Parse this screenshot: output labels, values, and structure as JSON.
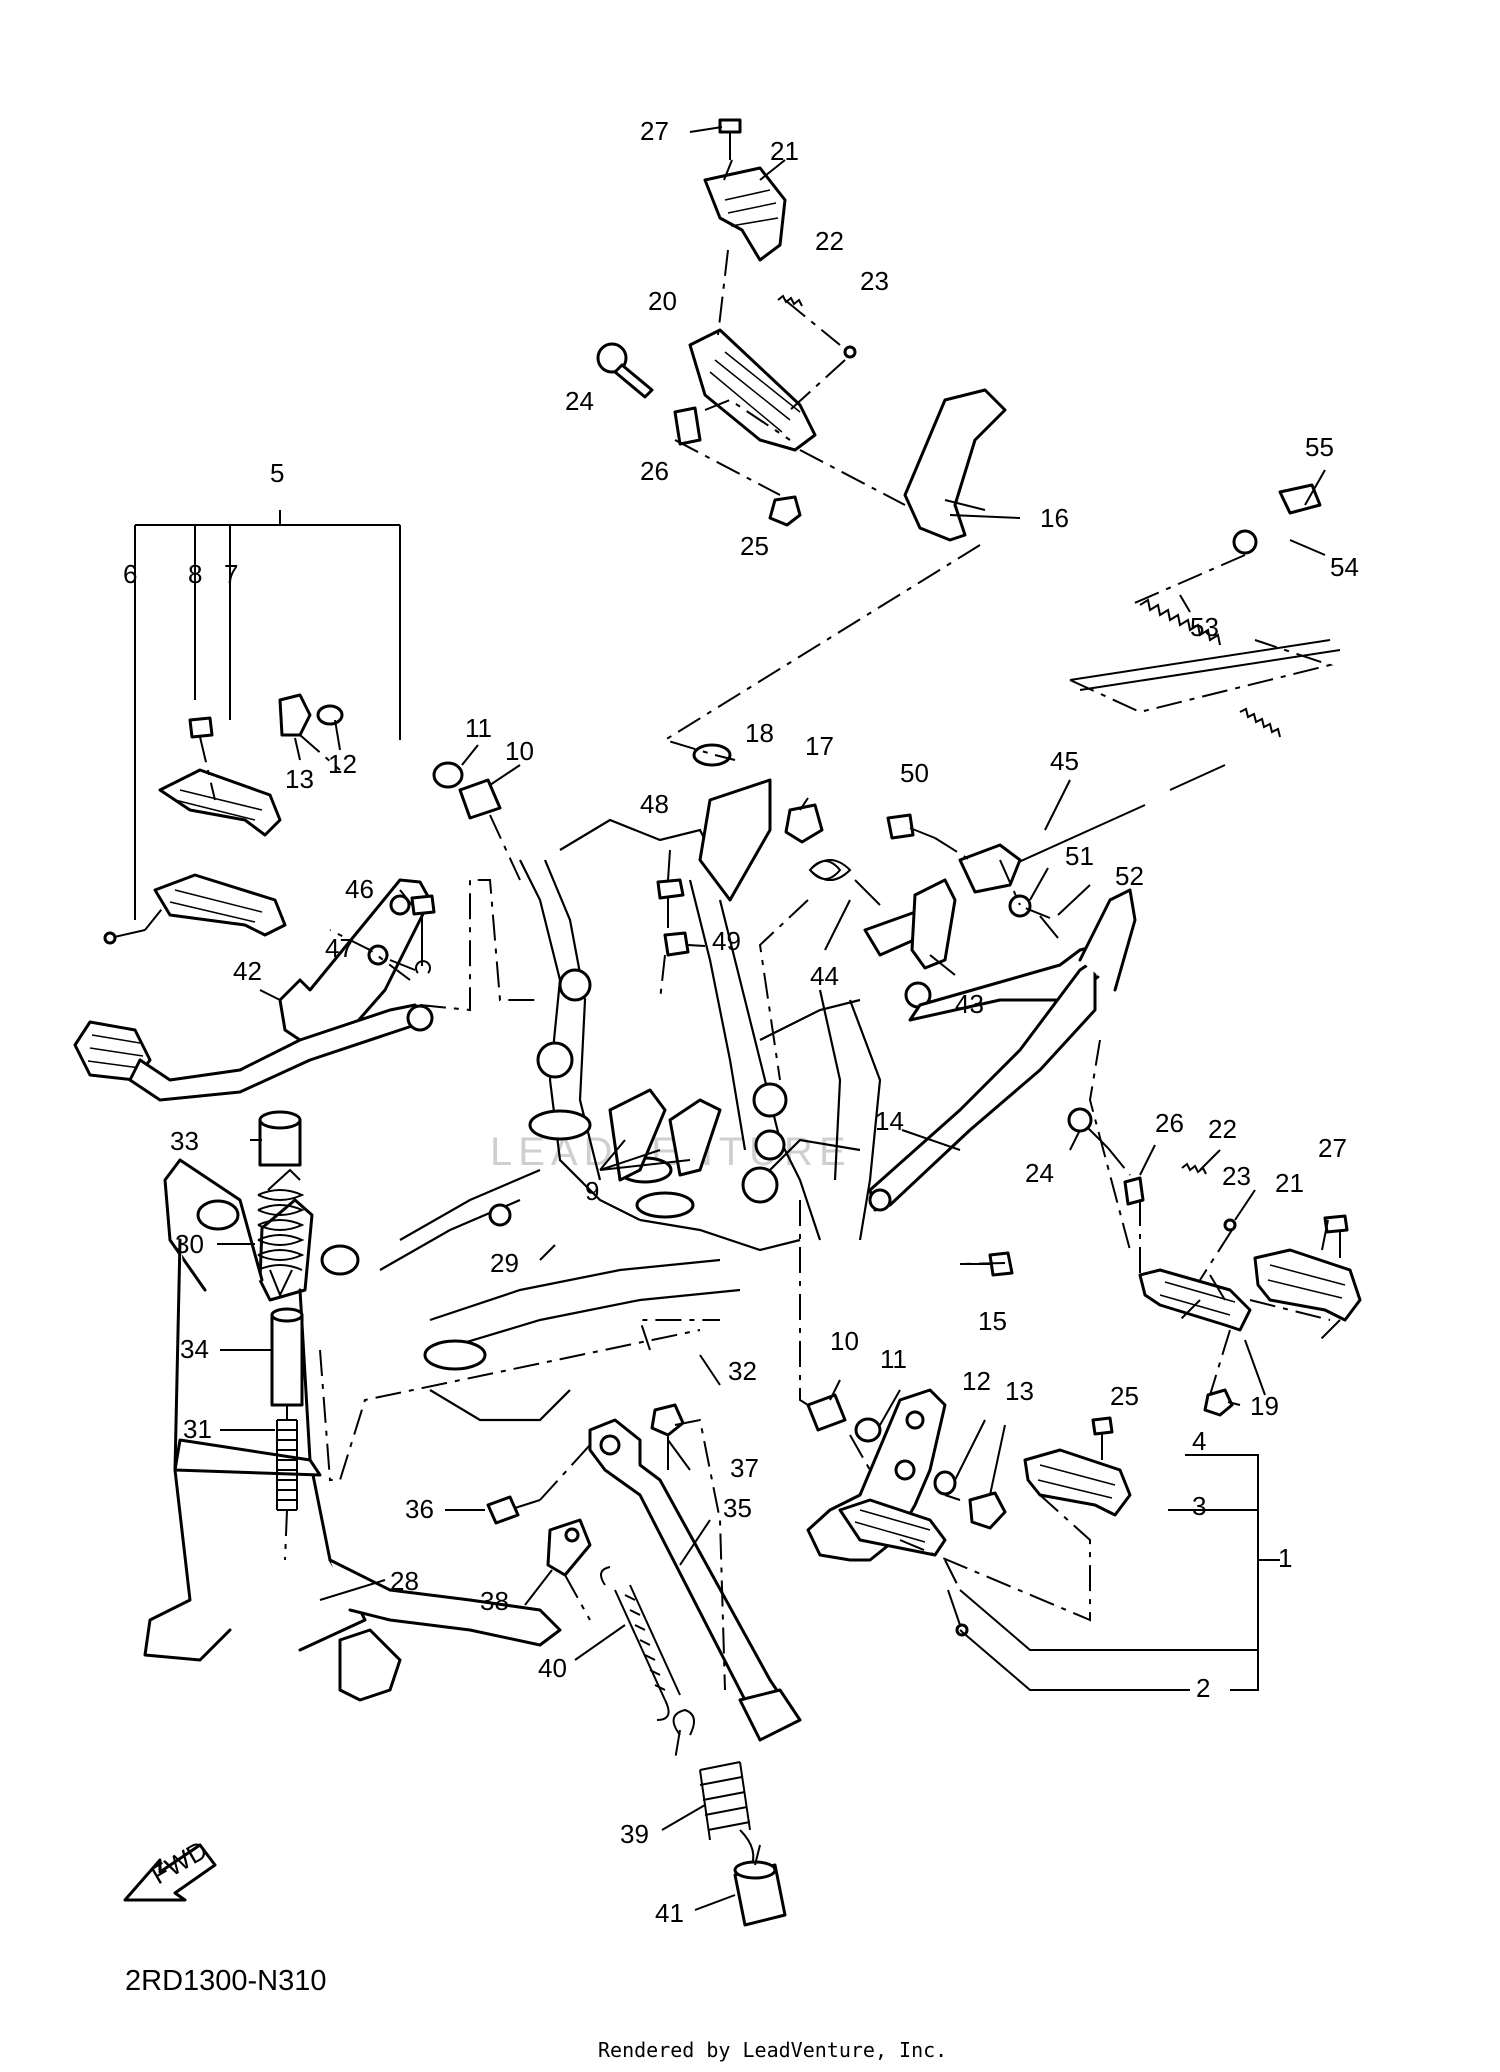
{
  "diagram_code": "2RD1300-N310",
  "credit": "Rendered by LeadVenture, Inc.",
  "watermark": "LEADVENTURE",
  "fwd_label": "FWD",
  "labels": {
    "1": "1",
    "2": "2",
    "3": "3",
    "4": "4",
    "5": "5",
    "6": "6",
    "7": "7",
    "8": "8",
    "9": "9",
    "10a": "10",
    "10b": "10",
    "11a": "11",
    "11b": "11",
    "12a": "12",
    "12b": "12",
    "13a": "13",
    "13b": "13",
    "14": "14",
    "15": "15",
    "16": "16",
    "17": "17",
    "18": "18",
    "19": "19",
    "20": "20",
    "21a": "21",
    "21b": "21",
    "22a": "22",
    "22b": "22",
    "23a": "23",
    "23b": "23",
    "24a": "24",
    "24b": "24",
    "25a": "25",
    "25b": "25",
    "26a": "26",
    "26b": "26",
    "27a": "27",
    "27b": "27",
    "28": "28",
    "29": "29",
    "30": "30",
    "31": "31",
    "32": "32",
    "33": "33",
    "34": "34",
    "35": "35",
    "36": "36",
    "37": "37",
    "38": "38",
    "39": "39",
    "40": "40",
    "41": "41",
    "42": "42",
    "43": "43",
    "44": "44",
    "45": "45",
    "46": "46",
    "47": "47",
    "48": "48",
    "49": "49",
    "50": "50",
    "51": "51",
    "52": "52",
    "53": "53",
    "54": "54",
    "55": "55"
  }
}
